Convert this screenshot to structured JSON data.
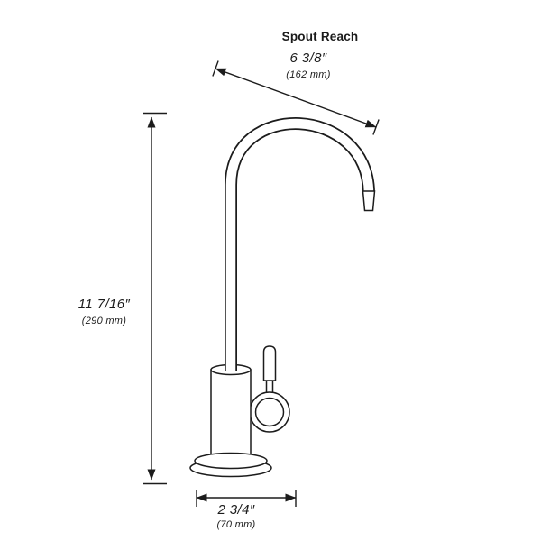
{
  "page": {
    "background": "#ffffff",
    "line_color": "#1c1c1c"
  },
  "dimensions": {
    "spout_reach": {
      "title": "Spout Reach",
      "inches": "6 3/8″",
      "metric": "(162 mm)"
    },
    "height": {
      "inches": "11 7/16″",
      "metric": "(290 mm)"
    },
    "base_width": {
      "inches": "2 3/4″",
      "metric": "(70 mm)"
    }
  }
}
